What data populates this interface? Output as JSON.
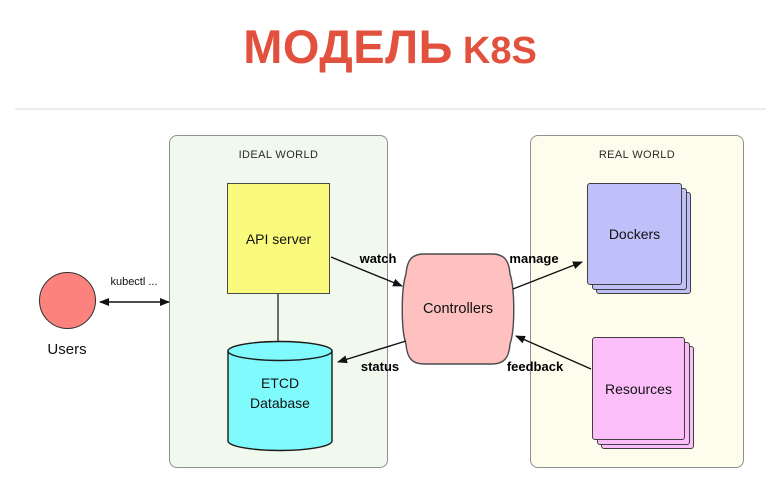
{
  "title": {
    "word_main": "МОДЕЛЬ",
    "word_suffix": "K8S",
    "color": "#E2503E"
  },
  "actors": {
    "users": {
      "label": "Users",
      "color": "#FC827E"
    }
  },
  "groups": {
    "ideal_world": {
      "label": "IDEAL WORLD",
      "bg": "#F1F9EF"
    },
    "real_world": {
      "label": "REAL WORLD",
      "bg": "#FEFDED"
    }
  },
  "nodes": {
    "api_server": {
      "label": "API server",
      "color": "#FAFA7D"
    },
    "etcd": {
      "line1": "ETCD",
      "line2": "Database",
      "color": "#80FBFD"
    },
    "controllers": {
      "label": "Controllers",
      "color": "#FFC0C0"
    },
    "dockers": {
      "label": "Dockers",
      "color": "#BFBFFA"
    },
    "resources": {
      "label": "Resources",
      "color": "#FDBFFA"
    }
  },
  "edges": {
    "kubectl": {
      "label": "kubectl ..."
    },
    "watch": {
      "label": "watch"
    },
    "manage": {
      "label": "manage"
    },
    "status": {
      "label": "status"
    },
    "feedback": {
      "label": "feedback"
    }
  }
}
